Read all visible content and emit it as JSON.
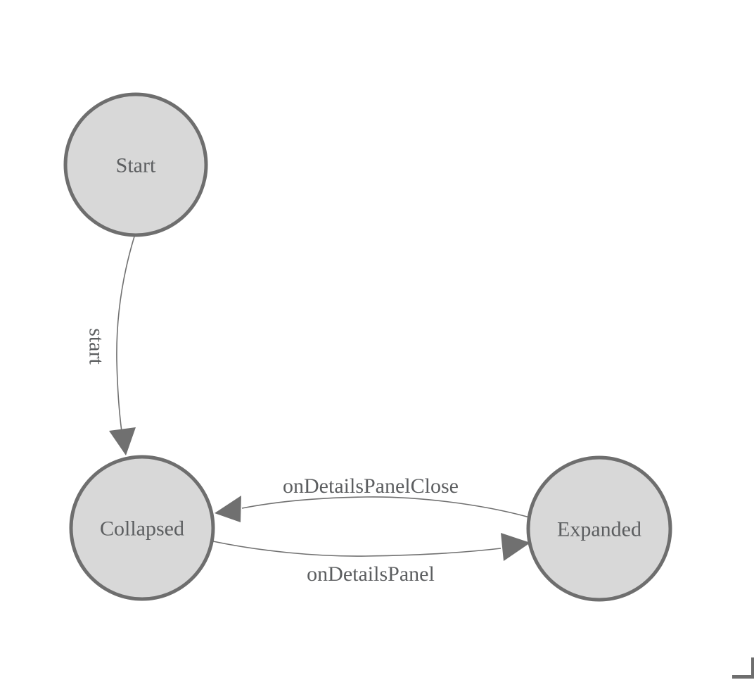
{
  "diagram": {
    "type": "state-diagram",
    "background": "#ffffff",
    "colors": {
      "node_fill": "#d8d8d8",
      "node_stroke": "#6e6e6e",
      "edge": "#707070",
      "label_text": "#5c5e60"
    },
    "nodes": [
      {
        "id": "start",
        "label": "Start"
      },
      {
        "id": "collapsed",
        "label": "Collapsed"
      },
      {
        "id": "expanded",
        "label": "Expanded"
      }
    ],
    "edges": [
      {
        "from": "Start",
        "to": "Collapsed",
        "label": "start"
      },
      {
        "from": "Expanded",
        "to": "Collapsed",
        "label": "onDetailsPanelClose"
      },
      {
        "from": "Collapsed",
        "to": "Expanded",
        "label": "onDetailsPanel"
      }
    ]
  }
}
